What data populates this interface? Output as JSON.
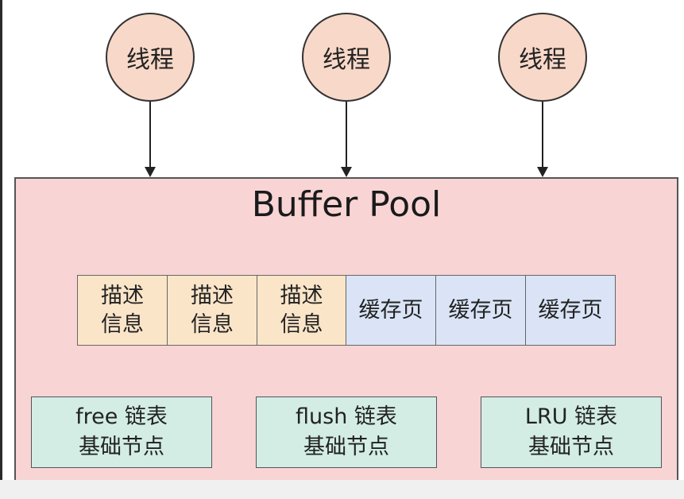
{
  "colors": {
    "thread_fill": "#f8d8c8",
    "pool_fill": "#f8d4d4",
    "desc_fill": "#fbe5c9",
    "page_fill": "#dae4f6",
    "node_fill": "#d3ede5",
    "arrow": "#222222"
  },
  "threads": [
    "线程",
    "线程",
    "线程"
  ],
  "buffer_pool": {
    "title": "Buffer Pool",
    "control_blocks": [
      {
        "line1": "描述",
        "line2": "信息"
      },
      {
        "line1": "描述",
        "line2": "信息"
      },
      {
        "line1": "描述",
        "line2": "信息"
      }
    ],
    "cache_pages": [
      "缓存页",
      "缓存页",
      "缓存页"
    ],
    "list_nodes": [
      {
        "line1": "free 链表",
        "line2": "基础节点"
      },
      {
        "line1": "flush 链表",
        "line2": "基础节点"
      },
      {
        "line1": "LRU 链表",
        "line2": "基础节点"
      }
    ]
  }
}
